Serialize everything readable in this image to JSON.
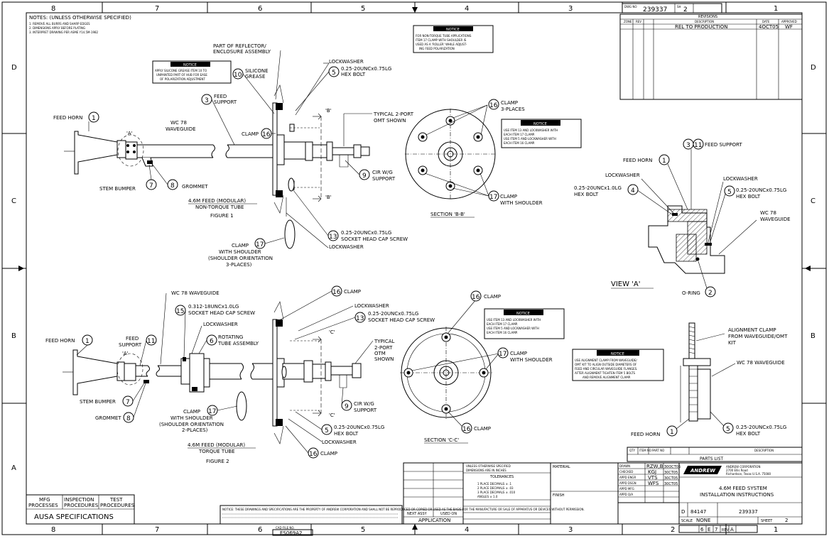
{
  "border": {
    "columns_top": [
      "8",
      "7",
      "6",
      "5",
      "4",
      "3",
      "2",
      "1"
    ],
    "rows_left": [
      "D",
      "C",
      "B",
      "A"
    ]
  },
  "notes": {
    "title": "NOTES: (UNLESS OTHERWISE SPECIFIED)",
    "lines": [
      "1. REMOVE ALL BURRS AND SHARP EDGES",
      "2. DIMENSIONS APPLY BEFORE PLATING",
      "3. INTERPRET DRAWING PER ASME Y14.5M-1982"
    ]
  },
  "drawing_no_box": {
    "label": "DWG NO",
    "number": "239337",
    "sheet_label": "SH",
    "sheet": "2"
  },
  "revisions": {
    "title": "REVISIONS",
    "headers": [
      "ZONE",
      "REV",
      "DESCRIPTION",
      "DATE",
      "APPROVED"
    ],
    "rows": [
      {
        "zone": "",
        "rev": "",
        "description": "REL TO PRODUCTION",
        "date": "4OCT05",
        "approved": "WF"
      }
    ]
  },
  "fig1": {
    "feed_horn": "FEED HORN",
    "stem_bumper": "STEM BUMPER",
    "grommet": "GROMMET",
    "wc78": "WC 78",
    "waveguide": "WAVEGUIDE",
    "feed": "FEED",
    "support": "SUPPORT",
    "part_of": "PART OF REFLECTOR/",
    "enclosure": "ENCLOSURE ASSEMBLY",
    "silicone": "SILICONE",
    "grease": "GREASE",
    "lockwasher": "LOCKWASHER",
    "hexbolt_size": "0.25-20UNCx0.75LG",
    "hexbolt": "HEX BOLT",
    "typical": "TYPICAL 2-PORT",
    "omt_shown": "OMT SHOWN",
    "clamp": "CLAMP",
    "cir": "CIR W/G",
    "cir_support": "SUPPORT",
    "socket_size": "0.25-20UNCx0.75LG",
    "socket": "SOCKET HEAD CAP SCREW",
    "clamp_sh": "CLAMP",
    "with_sh": "WITH SHOULDER",
    "orient": "(SHOULDER ORIENTATION",
    "places3": "3-PLACES)",
    "title1": "4.6M FEED (MODULAR)",
    "title2": "NON-TORQUE TUBE",
    "figure": "FIGURE 1",
    "view_a": "'A'",
    "b_marker": "'B'",
    "notice_label": "NOTICE",
    "notice_text": [
      "APPLY SILICONE GREASE ITEM 10 TO",
      "UNPAINTED PART OF HUB FOR EASE",
      "OF POLARIZATION ADJUSTMENT"
    ],
    "notice2_text": [
      "FOR NON-TORQUE TUBE APPLICATIONS",
      "ITEM 17 CLAMP WITH SHOULDER IS",
      "USED AS A 'ROLLER' WHILE ADJUST-",
      "ING FEED POLARIZATION"
    ]
  },
  "sectionB": {
    "clamp": "CLAMP",
    "places": "3-PLACES",
    "clamp_sh": "CLAMP",
    "with_sh": "WITH SHOULDER",
    "title": "SECTION 'B-B'",
    "notice_label": "NOTICE",
    "notice_text": [
      "USE ITEM 13 AND LOCKWASHER WITH",
      "EACH ITEM 17 CLAMP.",
      "USE ITEM 5 AND LOCKWASHER WITH",
      "EACH ITEM 16 CLAMP."
    ]
  },
  "viewA": {
    "feed_horn": "FEED HORN",
    "feed_support": "FEED SUPPORT",
    "lockwasher": "LOCKWASHER",
    "lockwasher2": "LOCKWASHER",
    "bolt_size": "0.25-20UNCx1.0LG",
    "hexbolt": "HEX BOLT",
    "bolt2_size": "0.25-20UNCx0.75LG",
    "hexbolt2": "HEX BOLT",
    "wc78": "WC 78",
    "waveguide": "WAVEGUIDE",
    "oring": "O-RING",
    "title": "VIEW 'A'"
  },
  "fig2": {
    "wc78wg": "WC 78 WAVEGUIDE",
    "socket_size": "0.312-18UNCx1.0LG",
    "socket": "SOCKET HEAD CAP SCREW",
    "lockwasher": "LOCKWASHER",
    "rotating": "ROTATING",
    "tube_assy": "TUBE ASSEMBLY",
    "feed_horn": "FEED HORN",
    "feed": "FEED",
    "support": "SUPPORT",
    "stem_bumper": "STEM BUMPER",
    "grommet": "GROMMET",
    "clamp": "CLAMP",
    "lockwasher2": "LOCKWASHER",
    "socket2_size": "0.25-20UNCx0.75LG",
    "socket2": "SOCKET HEAD CAP SCREW",
    "typical": "TYPICAL",
    "port": "2-PORT",
    "otm": "OTM",
    "shown": "SHOWN",
    "cir": "CIR W/G",
    "cir_support": "SUPPORT",
    "clamp_sh": "CLAMP",
    "with_sh": "WITH SHOULDER",
    "orient": "(SHOULDER ORIENTATION",
    "places2": "2-PLACES)",
    "hexbolt_size": "0.25-20UNCx0.75LG",
    "hexbolt": "HEX BOLT",
    "lockwasher3": "LOCKWASHER",
    "clamp2": "CLAMP",
    "title1": "4.6M FEED (MODULAR)",
    "title2": "TORQUE TUBE",
    "figure": "FIGURE 2",
    "view_a": "'A'",
    "c_marker": "'C'"
  },
  "sectionC": {
    "clamp": "CLAMP",
    "clamp_sh": "CLAMP",
    "with_sh": "WITH SHOULDER",
    "clamp2": "CLAMP",
    "title": "SECTION 'C-C'",
    "notice_label": "NOTICE",
    "notice_text": [
      "USE ITEM 13 AND LOCKWASHER WITH",
      "EACH ITEM 17 CLAMP.",
      "USE ITEM 5 AND LOCKWASHER WITH",
      "EACH ITEM 16 CLAMP."
    ]
  },
  "alignment": {
    "clamp": "ALIGNMENT CLAMP",
    "from": "FROM WAVEGUIDE/OMT",
    "kit": "KIT",
    "wc78": "WC 78 WAVEGUIDE",
    "bolt_size": "0.25-20UNCx0.75LG",
    "hexbolt": "HEX BOLT",
    "feed_horn": "FEED HORN",
    "notice_label": "NOTICE",
    "notice_text": [
      "USE ALIGNMENT CLAMP FROM WAVEGUIDE/",
      "OMT KIT TO ALIGN OUTSIDE DIAMETERS OF",
      "FEED AND CIRCULAR WAVEGUIDE FLANGES.",
      "AFTER ALIGNMENT TIGHTEN ITEM 5 BOLTS",
      "AND REMOVE ALIGNMENT CLAMP."
    ]
  },
  "bottom_left": {
    "mfg": "MFG",
    "processes": "PROCESSES",
    "inspection": "INSPECTION",
    "procedures": "PROCEDURES",
    "test": "TEST",
    "procedures2": "PROCEDURES",
    "ausa": "AUSA SPECIFICATIONS"
  },
  "file_box": {
    "label": "CAD FILE NO.",
    "value": "ES069A2"
  },
  "application": {
    "next_assy": "NEXT ASSY",
    "used_on": "USED ON",
    "title": "APPLICATION"
  },
  "tolerances": {
    "head1": "UNLESS OTHERWISE SPECIFIED",
    "head2": "DIMENSIONS ARE IN INCHES",
    "title": "TOLERANCES",
    "lines": [
      "1 PLACE DECIMALS ± .1",
      "2 PLACE DECIMALS ± .03",
      "3 PLACE DECIMALS ± .010",
      "ANGLES ± 1.0"
    ]
  },
  "material": {
    "label": "MATERIAL",
    "finish": "FINISH"
  },
  "signoff": {
    "rows": [
      {
        "role": "DRAWN",
        "name": "RZW,B",
        "date": "30OCT05"
      },
      {
        "role": "CHECKED",
        "name": "KGJ",
        "date": "30CT05"
      },
      {
        "role": "APPD ENGR",
        "name": "VTS",
        "date": "30CT05"
      },
      {
        "role": "APPD DSGN",
        "name": "WFS",
        "date": "30CT05"
      },
      {
        "role": "APPD MFG",
        "name": "",
        "date": ""
      },
      {
        "role": "APPD Q/A",
        "name": "",
        "date": ""
      }
    ]
  },
  "parts_list": {
    "title": "PARTS LIST",
    "headers": [
      "QTY",
      "ITEM NO",
      "PART NO",
      "DESCRIPTION"
    ]
  },
  "company": {
    "name": "ANDREW CORPORATION",
    "addr1": "2700 Ellis Road",
    "addr2": "Richardson, Texas U.S.A. 75080",
    "logo": "ANDREW"
  },
  "title_block": {
    "title1": "4.6M FEED SYSTEM",
    "title2": "INSTALLATION INSTRUCTIONS",
    "size": "D",
    "code": "84147",
    "dwg_no": "239337",
    "scale_label": "SCALE",
    "scale": "NONE",
    "sheet_label": "SHEET",
    "sheet": "2",
    "rev_label": "REV",
    "rev": "A",
    "sheets": [
      "6",
      "E",
      "7"
    ]
  },
  "disclaimer": "NOTICE: THESE DRAWINGS AND SPECIFICATIONS ARE THE PROPERTY OF ANDREW CORPORATION AND SHALL NOT BE REPRODUCED OR COPIED OR USED AS THE BASIS FOR THE MANUFACTURE OR SALE OF APPARATUS OR DEVICES WITHOUT PERMISSION."
}
